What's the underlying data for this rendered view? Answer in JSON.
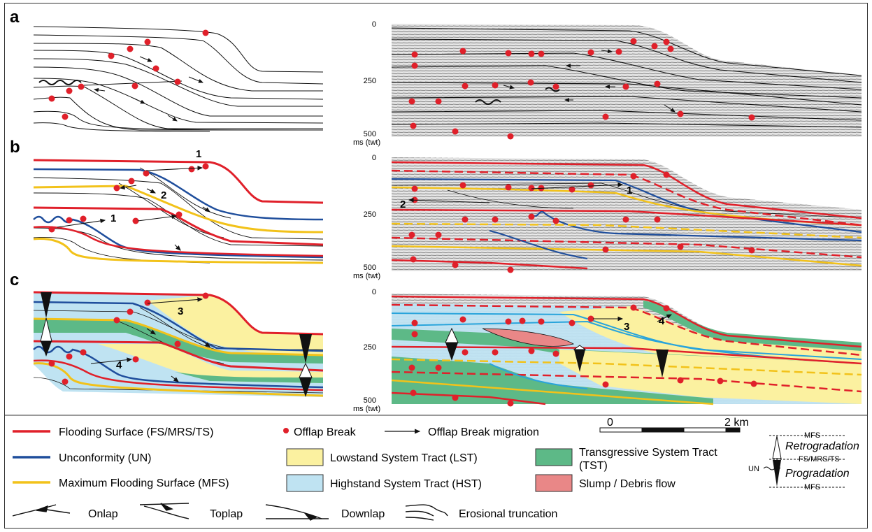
{
  "panels": {
    "a": {
      "letter": "a"
    },
    "b": {
      "letter": "b"
    },
    "c": {
      "letter": "c"
    }
  },
  "axis": {
    "ticks": [
      "0",
      "250",
      "500"
    ],
    "unit": "ms (twt)"
  },
  "migration_labels": {
    "b_1_upper": "1",
    "b_2": "2",
    "b_1_lower": "1",
    "b_seis_1": "1",
    "b_seis_2": "2",
    "c_3": "3",
    "c_4": "4",
    "c_seis_3": "3",
    "c_seis_4": "4"
  },
  "scale_bar": {
    "start": "0",
    "end": "2 km"
  },
  "legend": {
    "flooding_surface": "Flooding Surface (FS/MRS/TS)",
    "unconformity": "Unconformity (UN)",
    "mfs": "Maximum Flooding Surface (MFS)",
    "offlap_break": "Offlap Break",
    "offlap_migration": "Offlap Break migration",
    "lst": "Lowstand System Tract (LST)",
    "hst": "Highstand System Tract (HST)",
    "tst_line1": "Transgressive System Tract",
    "tst_line2": "(TST)",
    "slump": "Slump / Debris flow",
    "onlap": "Onlap",
    "toplap": "Toplap",
    "downlap": "Downlap",
    "erosional": "Erosional truncation"
  },
  "stacking_key": {
    "mfs_top": "MFS",
    "retrogradation": "Retrogradation",
    "fs": "FS/MRS/TS",
    "un": "UN",
    "progradation": "Progradation",
    "mfs_bottom": "MFS"
  },
  "colors": {
    "flooding_surface": "#e0202a",
    "unconformity": "#1f4e9c",
    "mfs": "#f2c21a",
    "lst": "#fbf1a0",
    "hst": "#bfe3f2",
    "tst": "#5db987",
    "slump": "#e98787",
    "offlap_break": "#e0202a"
  }
}
